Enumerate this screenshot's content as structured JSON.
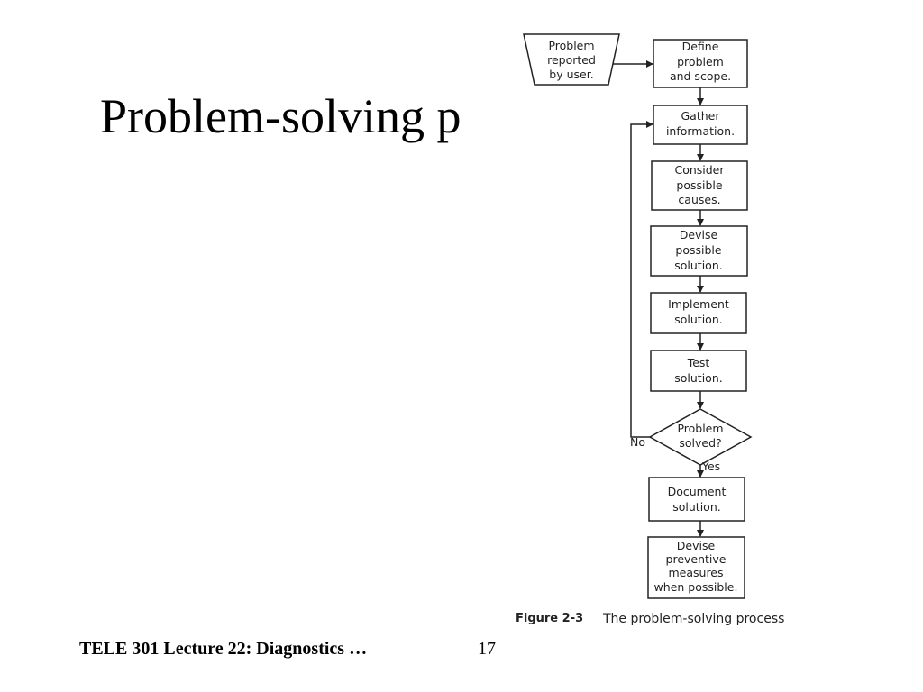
{
  "slide": {
    "title": "Problem-solving p",
    "footer": "TELE 301 Lecture 22: Diagnostics …",
    "page_number": "17"
  },
  "figure": {
    "caption_label": "Figure 2-3",
    "caption_text": "The problem-solving process",
    "nodes": [
      {
        "id": "reported",
        "lines": [
          "Problem",
          "reported",
          "by user."
        ]
      },
      {
        "id": "define",
        "lines": [
          "Define",
          "problem",
          "and scope."
        ]
      },
      {
        "id": "gather",
        "lines": [
          "Gather",
          "information."
        ]
      },
      {
        "id": "consider",
        "lines": [
          "Consider",
          "possible",
          "causes."
        ]
      },
      {
        "id": "devise-solution",
        "lines": [
          "Devise",
          "possible",
          "solution."
        ]
      },
      {
        "id": "implement",
        "lines": [
          "Implement",
          "solution."
        ]
      },
      {
        "id": "test",
        "lines": [
          "Test",
          "solution."
        ]
      },
      {
        "id": "decision",
        "lines": [
          "Problem",
          "solved?"
        ]
      },
      {
        "id": "document",
        "lines": [
          "Document",
          "solution."
        ]
      },
      {
        "id": "preventive",
        "lines": [
          "Devise",
          "preventive",
          "measures",
          "when possible."
        ]
      }
    ],
    "edge_labels": {
      "no": "No",
      "yes": "Yes"
    }
  }
}
